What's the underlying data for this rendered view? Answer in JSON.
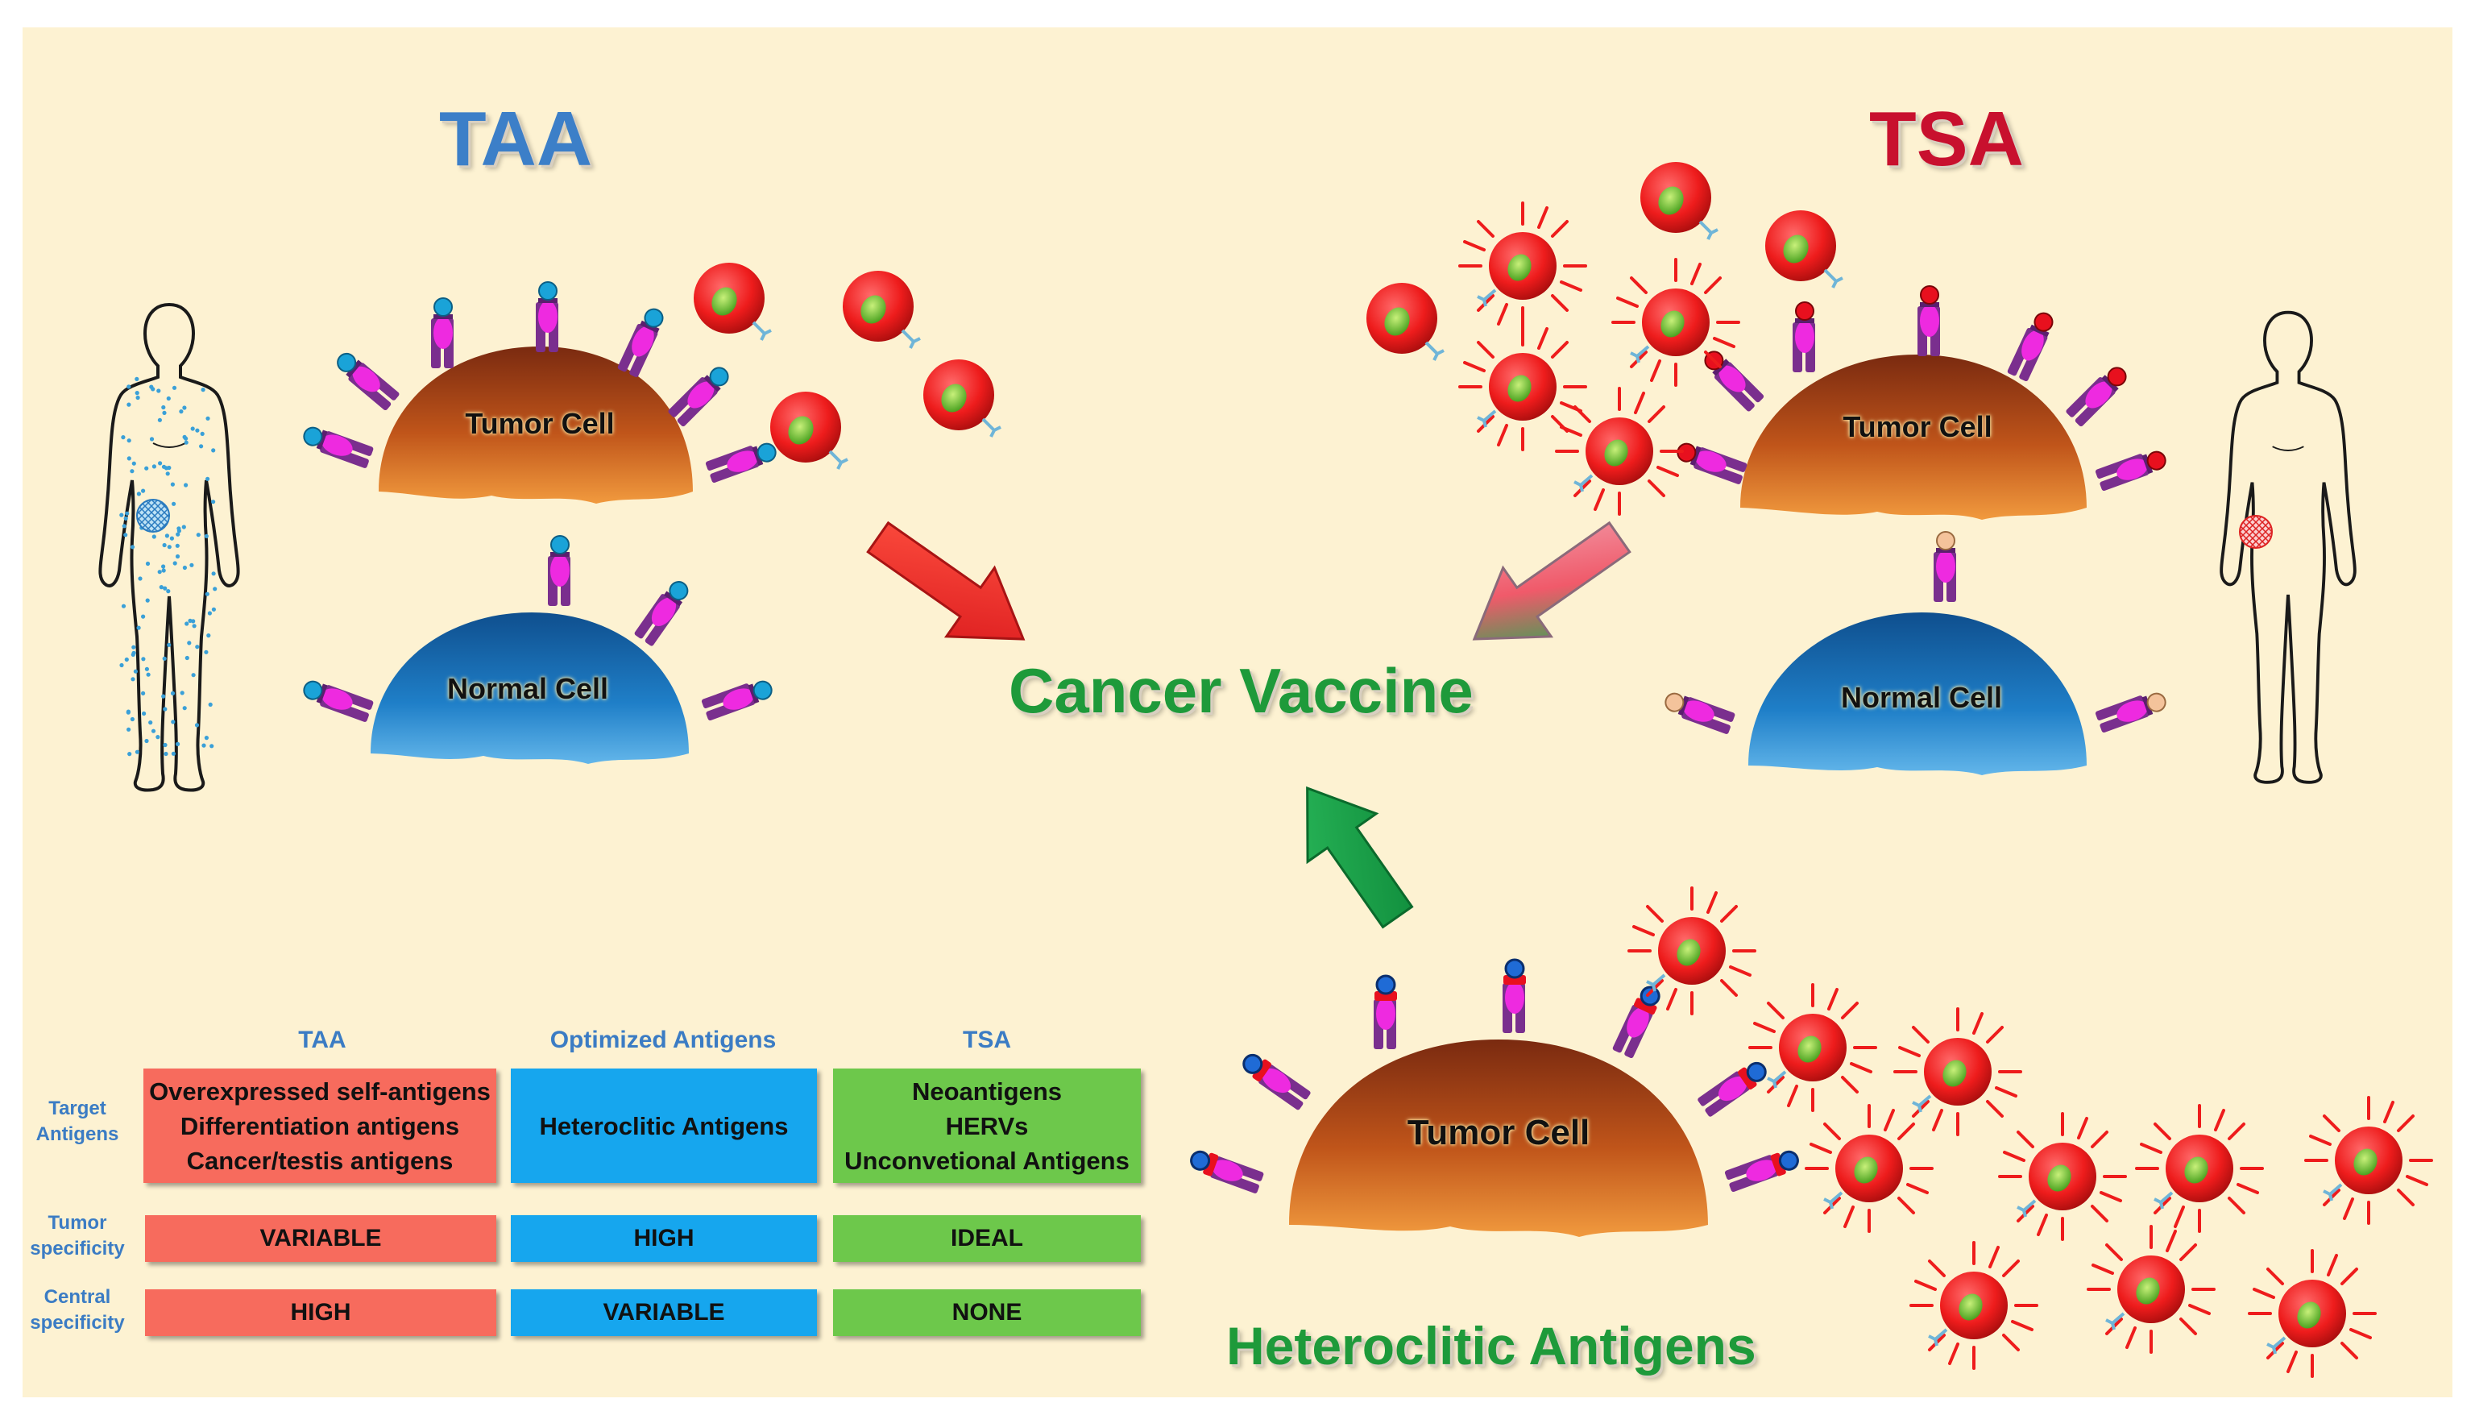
{
  "titles": {
    "taa": "TAA",
    "tsa": "TSA",
    "cancer_vaccine": "Cancer Vaccine",
    "heteroclitic": "Heteroclitic Antigens"
  },
  "cells": {
    "taa_tumor": "Tumor Cell",
    "taa_normal": "Normal Cell",
    "tsa_tumor": "Tumor Cell",
    "tsa_normal": "Normal Cell",
    "het_tumor": "Tumor Cell"
  },
  "table": {
    "columns": [
      "TAA",
      "Optimized Antigens",
      "TSA"
    ],
    "rows": [
      {
        "header": [
          "Target",
          "Antigens"
        ],
        "values": [
          [
            "Overexpressed self-antigens",
            "Differentiation antigens",
            "Cancer/testis antigens"
          ],
          [
            "Heteroclitic Antigens"
          ],
          [
            "Neoantigens",
            "HERVs",
            "Unconvetional Antigens"
          ]
        ]
      },
      {
        "header": [
          "Tumor",
          "specificity"
        ],
        "values": [
          [
            "VARIABLE"
          ],
          [
            "HIGH"
          ],
          [
            "IDEAL"
          ]
        ]
      },
      {
        "header": [
          "Central",
          "specificity"
        ],
        "values": [
          [
            "HIGH"
          ],
          [
            "VARIABLE"
          ],
          [
            "NONE"
          ]
        ]
      }
    ]
  },
  "colors": {
    "background": "#fdf2d2",
    "taa_title": "#3c7fc8",
    "tsa_title": "#c8102e",
    "vaccine_text": "#1e9a3a",
    "taa_column": "#f76b5d",
    "optimized_column": "#16a6ee",
    "tsa_column": "#6dc84b",
    "tumor_cell": "#c0551a",
    "normal_cell": "#1f7fc8",
    "t_cell": "#ee1c1c"
  },
  "icons": [
    "human-silhouette-icon",
    "tumor-cell-icon",
    "normal-cell-icon",
    "mhc-receptor-icon",
    "t-cell-icon",
    "arrow-icon"
  ]
}
